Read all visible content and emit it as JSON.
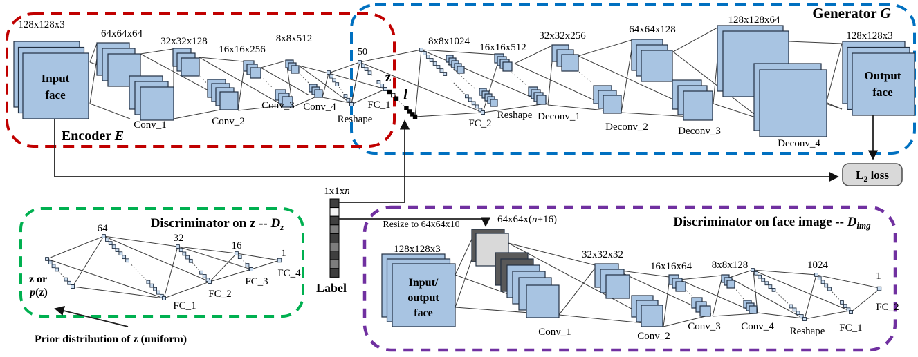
{
  "colors": {
    "encoder_border": "#C00000",
    "generator_border": "#0070C0",
    "dz_border": "#00B050",
    "dimg_border": "#7030A0",
    "layer_fill": "#A8C4E2",
    "layer_stroke": "#223042",
    "node_fill": "#C9DCF0",
    "loss_fill": "#D9D9D9",
    "loss_stroke": "#555555",
    "line": "#3f3f3f",
    "gray_dark": "#595959",
    "gray_light": "#D9D9D9",
    "label_dark": "#3f3f3f",
    "label_mid": "#7d7d7d",
    "label_light": "#F2F2F2",
    "black": "#000000",
    "white": "#ffffff"
  },
  "encoder": {
    "title": "Encoder ",
    "title_sym": "E",
    "dim_input": "128x128x3",
    "input_line1": "Input",
    "input_line2": "face",
    "dim_conv1": "64x64x64",
    "conv1": "Conv_1",
    "dim_conv2": "32x32x128",
    "conv2": "Conv_2",
    "dim_conv3": "16x16x256",
    "conv3": "Conv_3",
    "dim_conv4": "8x8x512",
    "conv4": "Conv_4",
    "reshape": "Reshape",
    "fc1": "FC_1",
    "z_dim": "50",
    "z": "z"
  },
  "latent": {
    "l": "l",
    "label_dim": "1x1x",
    "label_dim_var": "n",
    "label": "Label"
  },
  "generator": {
    "title": "Generator ",
    "title_sym": "G",
    "dim_fc2": "8x8x1024",
    "fc2": "FC_2",
    "dim_reshape": "16x16x512",
    "reshape": "Reshape",
    "dim_deconv1": "32x32x256",
    "deconv1": "Deconv_1",
    "dim_deconv2": "64x64x128",
    "deconv2": "Deconv_2",
    "dim_deconv3": "128x128x64",
    "deconv3": "Deconv_3",
    "deconv4": "Deconv_4",
    "dim_output": "128x128x3",
    "output_line1": "Output",
    "output_line2": "face"
  },
  "loss": {
    "l": "L",
    "sub": "2",
    "rest": " loss"
  },
  "dz": {
    "title": "Discriminator on z -- ",
    "title_sym": "D",
    "title_sub": "z",
    "n64": "64",
    "n32": "32",
    "n16": "16",
    "n1": "1",
    "fc1": "FC_1",
    "fc2": "FC_2",
    "fc3": "FC_3",
    "fc4": "FC_4",
    "input1": "z or",
    "input2_p": "p",
    "input2_z": "(z)",
    "prior": "Prior distribution of z (uniform)"
  },
  "dimg": {
    "title": "Discriminator on face image -- ",
    "title_sym": "D",
    "title_sub": "img",
    "resize": "Resize to 64x64x10",
    "dim_concat": "64x64x(",
    "dim_concat_var": "n",
    "dim_concat_rest": "+16)",
    "dim_input": "128x128x3",
    "input_line1": "Input/",
    "input_line2": "output",
    "input_line3": "face",
    "dim_32": "32x32x32",
    "conv1": "Conv_1",
    "dim_16": "16x16x64",
    "conv2": "Conv_2",
    "dim_8": "8x8x128",
    "conv3": "Conv_3",
    "conv4": "Conv_4",
    "dim_fc": "1024",
    "reshape": "Reshape",
    "fc1": "FC_1",
    "n1": "1",
    "fc2": "FC_2"
  }
}
